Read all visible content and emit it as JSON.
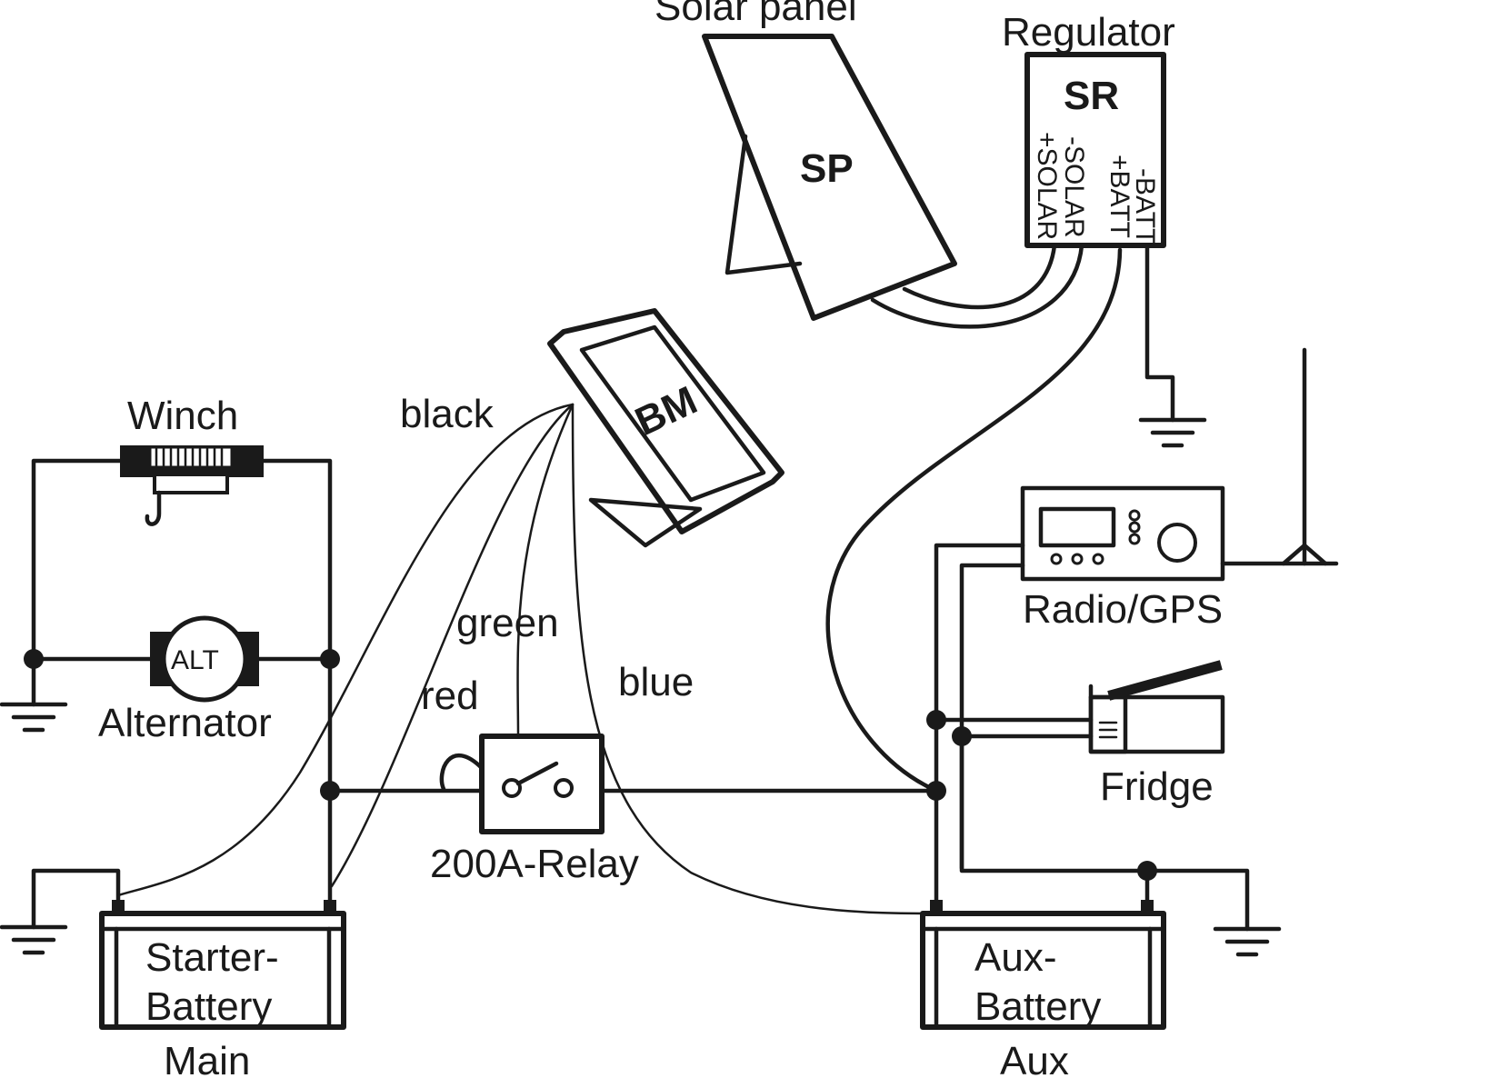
{
  "diagram": {
    "labels": {
      "solar_panel": "Solar panel",
      "regulator": "Regulator",
      "sr": "SR",
      "sp": "SP",
      "bm": "BM",
      "neg_solar": "-SOLAR",
      "pos_solar": "+SOLAR",
      "pos_batt": "+BATT",
      "neg_batt": "-BATT",
      "winch": "Winch",
      "alt": "ALT",
      "alternator": "Alternator",
      "black": "black",
      "green": "green",
      "red": "red",
      "blue": "blue",
      "relay": "200A-Relay",
      "radio_gps": "Radio/GPS",
      "fridge": "Fridge",
      "starter_battery_1": "Starter-",
      "starter_battery_2": "Battery",
      "main": "Main",
      "aux_battery_1": "Aux-",
      "aux_battery_2": "Battery",
      "aux": "Aux"
    }
  }
}
